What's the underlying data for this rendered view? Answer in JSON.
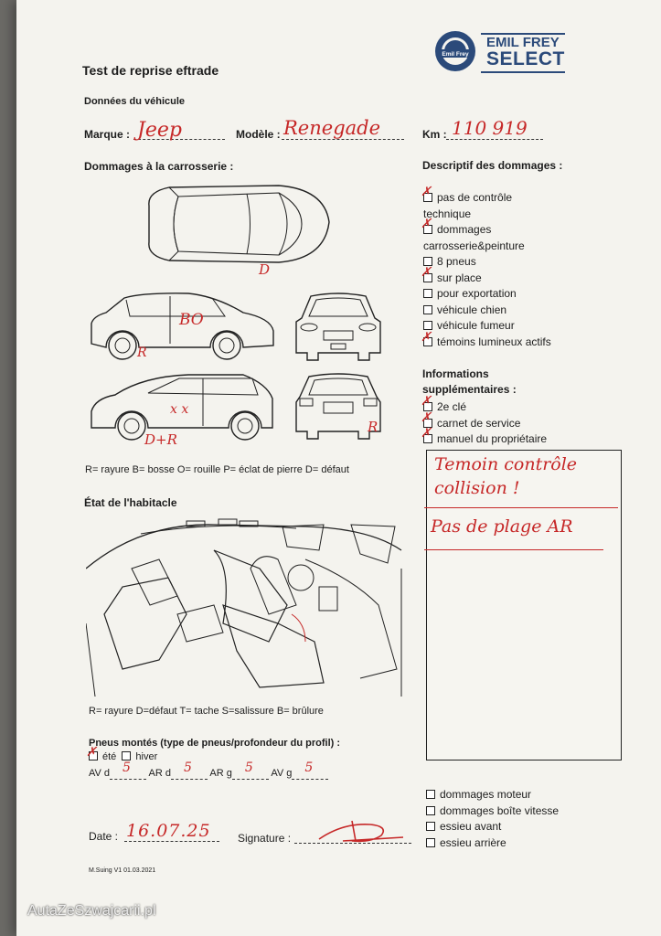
{
  "logo": {
    "line1": "EMIL FREY",
    "line2": "SELECT",
    "badge": "Emil Frey"
  },
  "title": "Test de reprise eftrade",
  "vehicle_section": "Données du véhicule",
  "marque_label": "Marque :",
  "marque_value": "Jeep",
  "modele_label": "Modèle :",
  "modele_value": "Renegade",
  "km_label": "Km :",
  "km_value": "110 919",
  "body_damage_title": "Dommages à la carrosserie :",
  "damage_marks": {
    "d_top": "D",
    "r_side1": "R",
    "bo_side1": "BO",
    "x_side2": "x x",
    "dr_side2": "D+R",
    "r_rear": "R"
  },
  "body_legend": "R= rayure B= bosse O= rouille P= éclat de pierre D= défaut",
  "interior_title": "État de l'habitacle",
  "interior_legend": "R= rayure D=défaut T= tache S=salissure B= brûlure",
  "tires_title": "Pneus montés (type de pneus/profondeur du profil) :",
  "tire_summer": "été",
  "tire_winter": "hiver",
  "tire_depths": [
    {
      "label": "AV d",
      "value": "5"
    },
    {
      "label": "AR d",
      "value": "5"
    },
    {
      "label": "AR g",
      "value": "5"
    },
    {
      "label": "AV g",
      "value": "5"
    }
  ],
  "date_label": "Date :",
  "date_value": "16.07.25",
  "signature_label": "Signature :",
  "footer_code": "M.Suing V1 01.03.2021",
  "damage_desc_title": "Descriptif des dommages :",
  "damage_items": [
    {
      "label": "pas de contrôle technique",
      "line1": "pas de contrôle",
      "line2": "technique",
      "checked": true
    },
    {
      "label": "dommages carrosserie&peinture",
      "line1": "dommages",
      "line2": "carrosserie&peinture",
      "checked": true
    },
    {
      "label": "8 pneus",
      "line1": "8 pneus",
      "line2": "",
      "checked": false
    },
    {
      "label": "sur place",
      "line1": "sur place",
      "line2": "",
      "checked": true
    },
    {
      "label": "pour exportation",
      "line1": "pour exportation",
      "line2": "",
      "checked": false
    },
    {
      "label": "véhicule chien",
      "line1": "véhicule chien",
      "line2": "",
      "checked": false
    },
    {
      "label": "véhicule fumeur",
      "line1": "véhicule fumeur",
      "line2": "",
      "checked": false
    },
    {
      "label": "témoins lumineux actifs",
      "line1": "témoins lumineux actifs",
      "line2": "",
      "checked": true
    }
  ],
  "info_title_1": "Informations",
  "info_title_2": "supplémentaires :",
  "info_items": [
    {
      "label": "2e clé",
      "checked": true
    },
    {
      "label": "carnet de service",
      "checked": true
    },
    {
      "label": "manuel du propriétaire",
      "checked": true
    }
  ],
  "notes": [
    "Temoin contrôle",
    "collision !",
    "Pas de plage AR"
  ],
  "bottom_items": [
    {
      "label": "dommages moteur",
      "checked": false
    },
    {
      "label": "dommages boîte vitesse",
      "checked": false
    },
    {
      "label": "essieu avant",
      "checked": false
    },
    {
      "label": "essieu arrière",
      "checked": false
    }
  ],
  "watermark": "AutaZeSzwajcarii.pl",
  "colors": {
    "ink": "#c62828",
    "brand": "#2b4a7a"
  }
}
